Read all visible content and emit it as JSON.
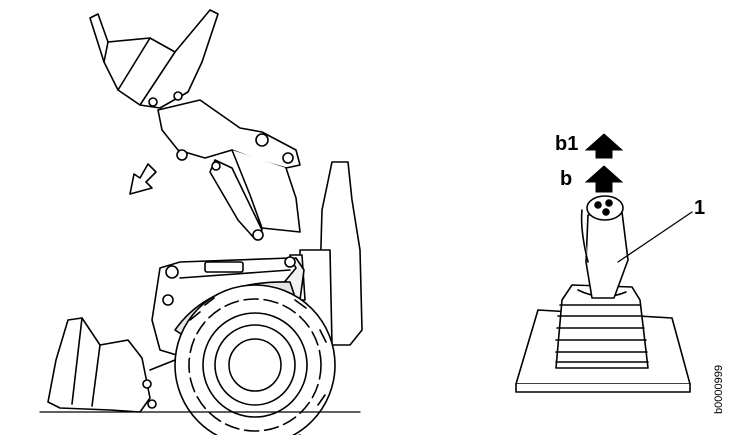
{
  "labels": {
    "b1": "b1",
    "b": "b",
    "lever_callout": "1",
    "figure_code": "b0000999"
  },
  "colors": {
    "line": "#000000",
    "fill": "#ffffff",
    "shade": "#e6e6e6",
    "arrow": "#000000"
  }
}
